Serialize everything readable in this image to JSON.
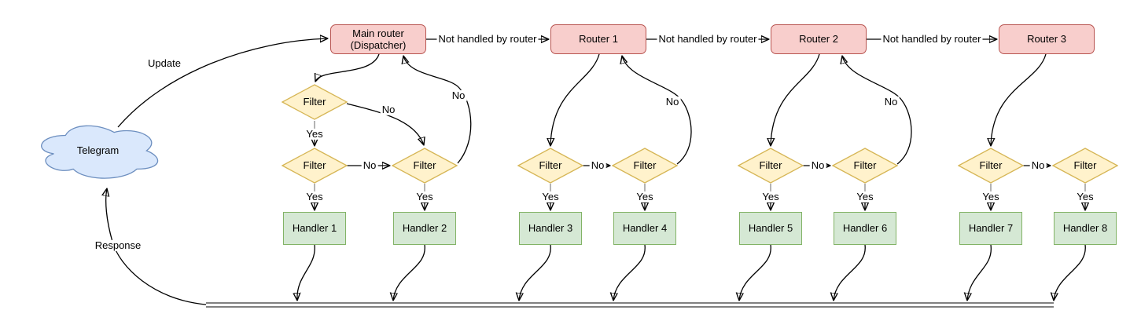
{
  "nodes": {
    "telegram": "Telegram",
    "main_router": "Main router\n(Dispatcher)",
    "routers": [
      "Router 1",
      "Router 2",
      "Router 3"
    ],
    "filter_label": "Filter",
    "handlers": [
      "Handler 1",
      "Handler 2",
      "Handler 3",
      "Handler 4",
      "Handler 5",
      "Handler 6",
      "Handler 7",
      "Handler 8"
    ]
  },
  "edge_labels": {
    "update": "Update",
    "response": "Response",
    "not_handled": "Not handled by router",
    "yes": "Yes",
    "no": "No"
  },
  "colors": {
    "router_fill": "#f8cecc",
    "router_stroke": "#b85450",
    "filter_fill": "#fff2cc",
    "filter_stroke": "#d6b656",
    "handler_fill": "#d5e8d4",
    "handler_stroke": "#82b366",
    "cloud_fill": "#dae8fc",
    "cloud_stroke": "#6c8ebf",
    "edge": "#000000",
    "yes_stub": "#808080"
  }
}
